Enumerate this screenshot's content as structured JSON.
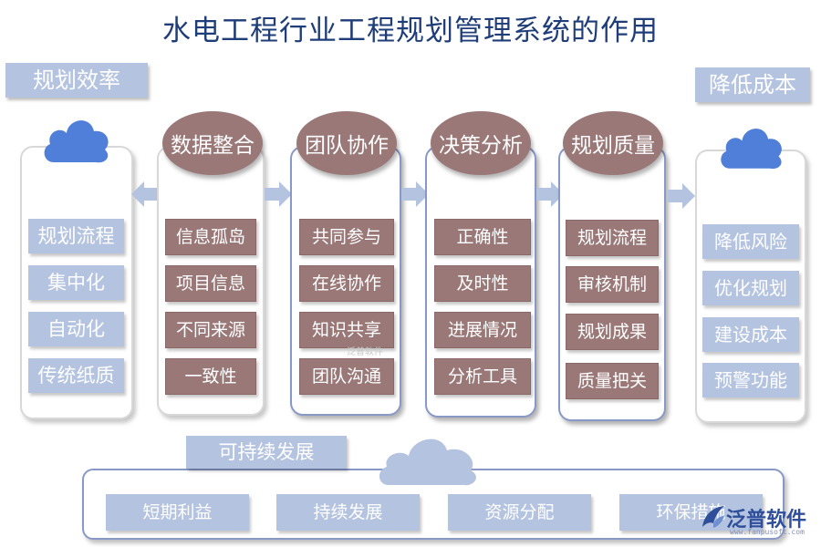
{
  "title": "水电工程行业工程规划管理系统的作用",
  "left_label": "规划效率",
  "right_label": "降低成本",
  "left_items": [
    "规划流程",
    "集中化",
    "自动化",
    "传统纸质"
  ],
  "columns": [
    {
      "heading": "数据整合",
      "items": [
        "信息孤岛",
        "项目信息",
        "不同来源",
        "一致性"
      ]
    },
    {
      "heading": "团队协作",
      "items": [
        "共同参与",
        "在线协作",
        "知识共享",
        "团队沟通"
      ]
    },
    {
      "heading": "决策分析",
      "items": [
        "正确性",
        "及时性",
        "进展情况",
        "分析工具"
      ]
    },
    {
      "heading": "规划质量",
      "items": [
        "规划流程",
        "审核机制",
        "规划成果",
        "质量把关"
      ]
    }
  ],
  "right_items": [
    "降低风险",
    "优化规划",
    "建设成本",
    "预警功能"
  ],
  "bottom": {
    "label": "可持续发展",
    "items": [
      "短期利益",
      "持续发展",
      "资源分配",
      "环保措施"
    ]
  },
  "watermark": "泛普软件",
  "logo": {
    "text": "泛普软件",
    "url": "www.fanpusoft.com"
  },
  "colors": {
    "title": "#1f3d78",
    "light_blue": "#b4c3e0",
    "brown": "#9a7878",
    "border_blue": "#8899c8",
    "cloud": "#4f7fd8"
  }
}
